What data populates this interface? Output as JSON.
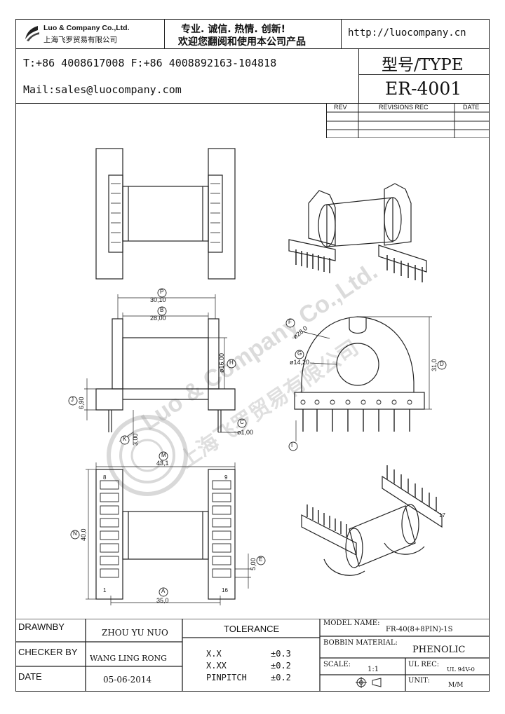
{
  "header": {
    "company_en": "Luo & Company Co.,Ltd.",
    "company_cn": "上海飞罗贸易有限公司",
    "slogan_line1": "专业. 诚信. 热情. 创新!",
    "slogan_line2": "欢迎您翻阅和使用本公司产品",
    "url": "http://luocompany.cn",
    "phone_fax": "T:+86 4008617008 F:+86 4008892163-104818",
    "mail": "Mail:sales@luocompany.com",
    "type_label": "型号/TYPE",
    "type_value": "ER-4001"
  },
  "revisions": {
    "col_rev": "REV",
    "col_revisions": "REVISIONS REC",
    "col_date": "DATE"
  },
  "watermark": {
    "line1": "Luo & Company Co.,Ltd.",
    "line2": "上海飞罗贸易有限公司"
  },
  "dimensions": {
    "P_label": "P",
    "P_value": "30,10",
    "B_label": "B",
    "B_value": "28,00",
    "H_label": "H",
    "H_value": "ø16,00",
    "J_label": "J",
    "J_value": "6,90",
    "K_label": "K",
    "K_value": "3,00",
    "C_label": "C",
    "C_value": "ø1,00",
    "I_label": "I",
    "F_label": "F",
    "F_value": "ø28,0",
    "G_label": "G",
    "G_value": "ø14,20",
    "D_label": "D",
    "D_value": "31,0",
    "M_label": "M",
    "M_value": "43,1",
    "N_label": "N",
    "N_value": "40,0",
    "E_label": "E",
    "E_value": "5,00",
    "A_label": "A",
    "A_value": "35,0",
    "pin8": "8",
    "pin9": "9",
    "pin1": "1",
    "pin16": "16",
    "pin17": "17"
  },
  "title_block": {
    "drawnby_label": "DRAWNBY",
    "drawnby_value": "ZHOU YU NUO",
    "checker_label": "CHECKER BY",
    "checker_value": "WANG LING RONG",
    "date_label": "DATE",
    "date_value": "05-06-2014",
    "tolerance_label": "TOLERANCE",
    "tol_rows": [
      {
        "key": "X.X",
        "val": "±0.3"
      },
      {
        "key": "X.XX",
        "val": "±0.2"
      },
      {
        "key": "PINPITCH",
        "val": "±0.2"
      }
    ],
    "model_label": "MODEL NAME:",
    "model_value": "FR-40(8+8PIN)-1S",
    "material_label": "BOBBIN MATERIAL:",
    "material_value": "PHENOLIC",
    "scale_label": "SCALE:",
    "scale_value": "1:1",
    "ul_label": "UL REC:",
    "ul_value": "UL 94V-0",
    "unit_label": "UNIT:",
    "unit_value": "M/M"
  }
}
